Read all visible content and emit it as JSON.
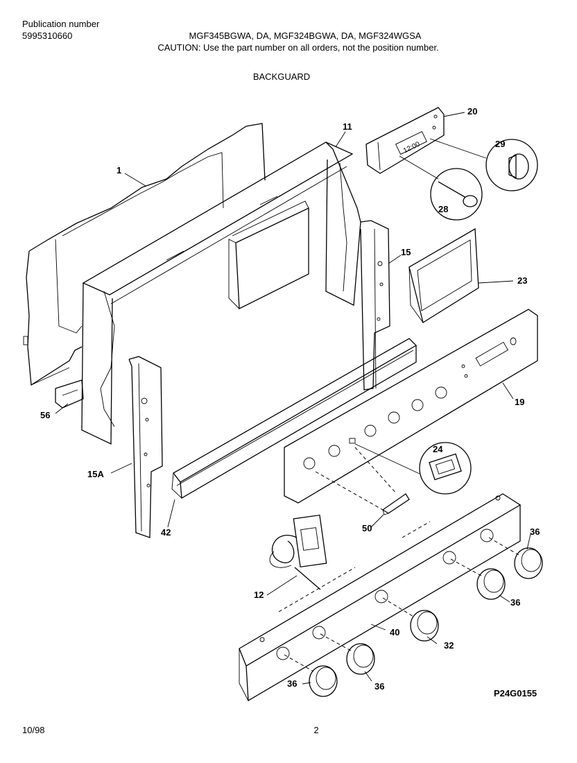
{
  "header": {
    "pub_label": "Publication number",
    "pub_number": "5995310660",
    "models": "MGF345BGWA, DA, MGF324BGWA, DA, MGF324WGSA",
    "caution": "CAUTION:  Use the part number on all orders, not the position number.",
    "section_title": "BACKGUARD"
  },
  "diagram": {
    "clock_display": "12:00",
    "callouts": {
      "c1": "1",
      "c11": "11",
      "c20": "20",
      "c29": "29",
      "c28": "28",
      "c15": "15",
      "c23": "23",
      "c19": "19",
      "c56": "56",
      "c15a": "15A",
      "c24": "24",
      "c42": "42",
      "c50": "50",
      "c36a": "36",
      "c36b": "36",
      "c12": "12",
      "c40": "40",
      "c32": "32",
      "c36c": "36",
      "c36d": "36"
    },
    "figure_id": "P24G0155"
  },
  "footer": {
    "date": "10/98",
    "page": "2"
  }
}
